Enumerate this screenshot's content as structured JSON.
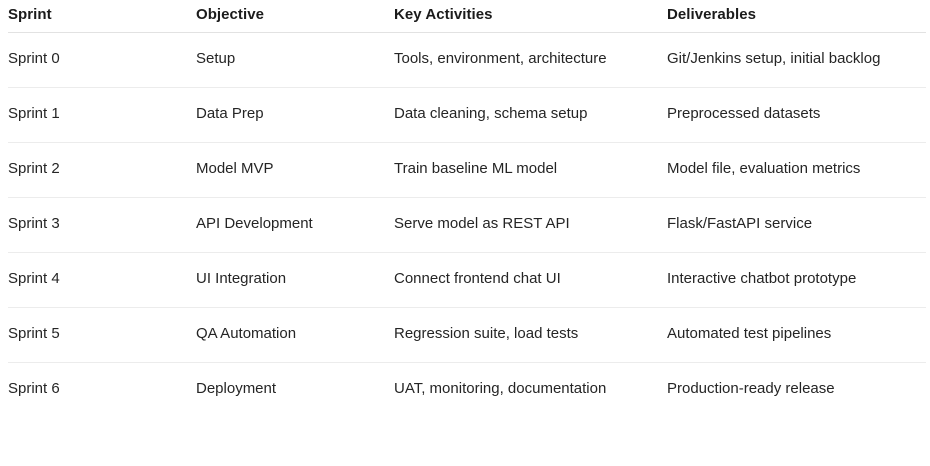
{
  "table": {
    "columns": [
      {
        "key": "sprint",
        "label": "Sprint"
      },
      {
        "key": "objective",
        "label": "Objective"
      },
      {
        "key": "activities",
        "label": "Key Activities"
      },
      {
        "key": "deliverables",
        "label": "Deliverables"
      }
    ],
    "rows": [
      {
        "sprint": "Sprint 0",
        "objective": "Setup",
        "activities": "Tools, environment, architecture",
        "deliverables": "Git/Jenkins setup, initial backlog"
      },
      {
        "sprint": "Sprint 1",
        "objective": "Data Prep",
        "activities": "Data cleaning, schema setup",
        "deliverables": "Preprocessed datasets"
      },
      {
        "sprint": "Sprint 2",
        "objective": "Model MVP",
        "activities": "Train baseline ML model",
        "deliverables": "Model file, evaluation metrics"
      },
      {
        "sprint": "Sprint 3",
        "objective": "API Development",
        "activities": "Serve model as REST API",
        "deliverables": "Flask/FastAPI service"
      },
      {
        "sprint": "Sprint 4",
        "objective": "UI Integration",
        "activities": "Connect frontend chat UI",
        "deliverables": "Interactive chatbot prototype"
      },
      {
        "sprint": "Sprint 5",
        "objective": "QA Automation",
        "activities": "Regression suite, load tests",
        "deliverables": "Automated test pipelines"
      },
      {
        "sprint": "Sprint 6",
        "objective": "Deployment",
        "activities": "UAT, monitoring, documentation",
        "deliverables": "Production-ready release"
      }
    ]
  },
  "style": {
    "background": "#ffffff",
    "header_text_color": "#1b1b1b",
    "body_text_color": "#252525",
    "header_rule_color": "#e2e2e2",
    "row_rule_color": "#ececec"
  }
}
